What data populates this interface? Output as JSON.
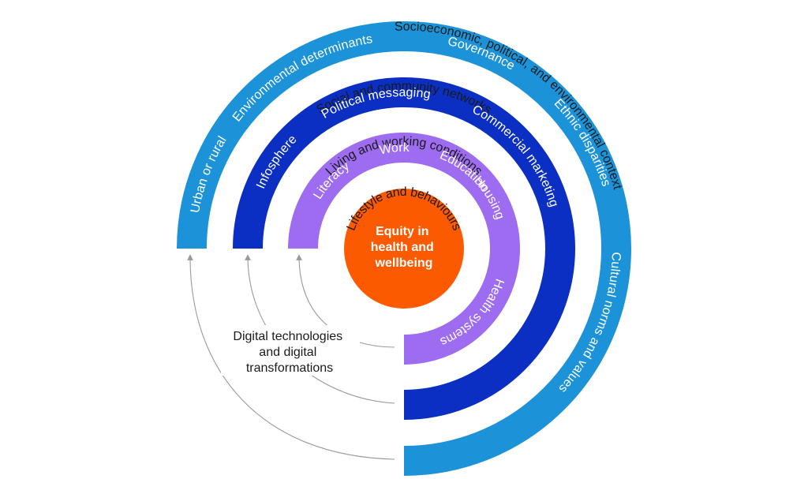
{
  "colors": {
    "outer_ring": "#1c93d9",
    "middle_ring": "#0a2fc2",
    "inner_ring": "#9d6cf0",
    "center": "#fc5a00",
    "connector": "#9a9a9a",
    "label_text": "#1a1a1a"
  },
  "center": {
    "lines": [
      "Equity in",
      "health and",
      "wellbeing"
    ]
  },
  "band_labels": {
    "outer_context": "Socioeconomic, political, and environmental context",
    "social": "Social and community networks",
    "living": "Living and working conditions",
    "lifestyle": "Lifestyle and behaviours"
  },
  "outer_ring": {
    "items": {
      "urban": "Urban or rural",
      "environmental": "Environmental determinants",
      "governance": "Governance",
      "ethnic": "Ethnic disparities",
      "cultural": "Cultural norms and values"
    }
  },
  "middle_ring": {
    "items": {
      "infosphere": "Infosphere",
      "political": "Political messaging",
      "commercial": "Commercial marketing"
    }
  },
  "inner_ring": {
    "items": {
      "literacy": "Literacy",
      "work": "Work",
      "education": "Education",
      "housing": "Housing",
      "health": "Health systems"
    }
  },
  "digital": {
    "lines": [
      "Digital technologies",
      "and digital",
      "transformations"
    ]
  }
}
